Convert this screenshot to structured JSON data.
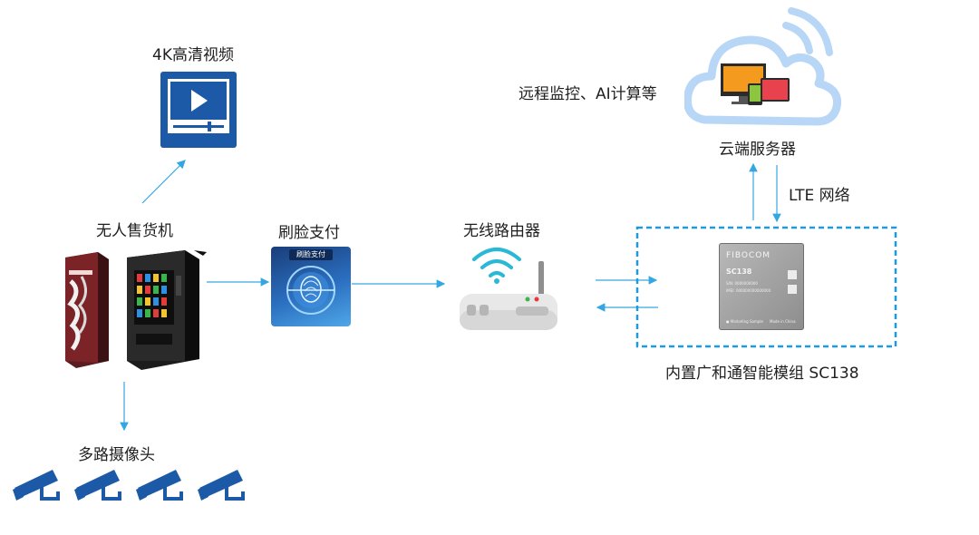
{
  "labels": {
    "video": "4K高清视频",
    "vending": "无人售货机",
    "face_pay": "刷脸支付",
    "router": "无线路由器",
    "cloud": "云端服务器",
    "remote": "远程监控、AI计算等",
    "lte": "LTE 网络",
    "module": "内置广和通智能模组 SC138",
    "cameras": "多路摄像头"
  },
  "face_panel": {
    "title": "刷脸支付"
  },
  "chip": {
    "brand": "FIBOCOM",
    "model": "SC138",
    "line1": "S/N: 0000000000",
    "line2": "IMEI: 000000000000000",
    "footer_left": "● Marketing Sample",
    "footer_right": "Made in China"
  },
  "colors": {
    "arrow": "#34a7e3",
    "dashed_box": "#1e9be0",
    "icon_blue": "#1c5aa8",
    "cloud": "#b8d6f5"
  },
  "icons": [
    "video-player-icon",
    "vending-machine-icon",
    "face-scan-icon",
    "wifi-router-icon",
    "cloud-server-icon",
    "monitor-icon",
    "tablet-icon",
    "phone-icon",
    "signal-icon",
    "cctv-camera-icon"
  ]
}
